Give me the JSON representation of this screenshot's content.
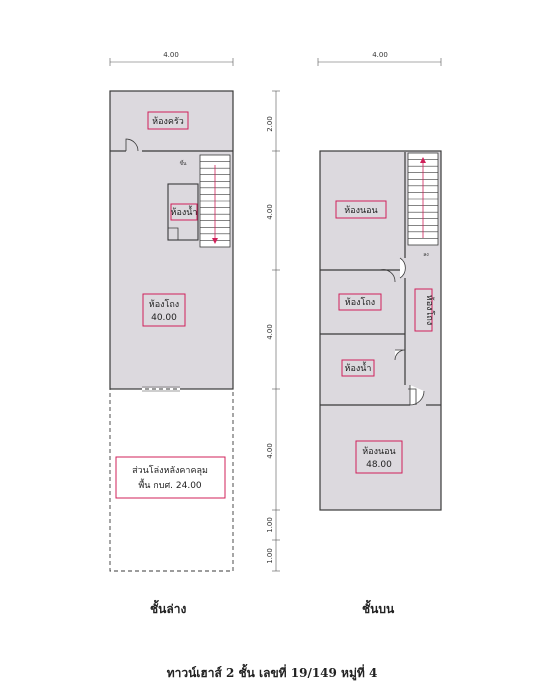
{
  "title": "ทาวน์เฮาส์ 2 ชั้น เลขที่ 19/149 หมู่ที่ 4",
  "floors": {
    "lower": "ชั้นล่าง",
    "upper": "ชั้นบน"
  },
  "dimensions": {
    "lower_width": "4.00",
    "upper_width": "4.00",
    "vertical": [
      "2.00",
      "4.00",
      "4.00",
      "4.00",
      "1.00",
      "1.00"
    ]
  },
  "rooms": {
    "kitchen": "ห้องครัว",
    "bathroom_lower": "ห้องน้ำ",
    "hall_lower": "ห้องโถง",
    "hall_lower_area": "40.00",
    "carport": "ส่วนโล่งหลังคาคลุม",
    "carport_area": "พื้น กบศ. 24.00",
    "bedroom_upper_1": "ห้องนอน",
    "hall_upper": "ห้องโถง",
    "hall_upper_side": "ห้องโถง",
    "bathroom_upper": "ห้องน้ำ",
    "bedroom_upper_2": "ห้องนอน",
    "bedroom_upper_2_area": "48.00"
  },
  "stair_labels": {
    "lower": "ขึ้น",
    "upper": "ลง"
  },
  "colors": {
    "room_fill": "#dcd9de",
    "wall": "#3a3a3a",
    "label_box": "#d0205a",
    "arrow": "#d0205a",
    "paper": "#ffffff"
  }
}
